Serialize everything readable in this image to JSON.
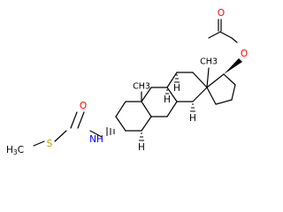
{
  "molecule": {
    "atoms": {
      "o_ester_carbonyl": {
        "text": "O",
        "color": "#ff0000"
      },
      "o_ester": {
        "text": "O",
        "color": "#ff0000"
      },
      "o_thio_carbonyl": {
        "text": "O",
        "color": "#ff0000"
      },
      "s": {
        "text": "S",
        "color": "#b8a100"
      },
      "nh": {
        "text": "NH",
        "color": "#0000ff"
      },
      "h3c": {
        "text": "H3C",
        "main": "H",
        "sub": "3",
        "tail": "C",
        "color": "#000000"
      },
      "me13": {
        "text": "CH3",
        "color": "#000000"
      },
      "me10": {
        "text": "CH3",
        "color": "#000000"
      },
      "h8": {
        "text": "H",
        "color": "#000000"
      },
      "h9": {
        "text": "H",
        "color": "#000000"
      },
      "h14": {
        "text": "H",
        "color": "#000000"
      },
      "h5": {
        "text": "H",
        "color": "#000000"
      }
    }
  }
}
